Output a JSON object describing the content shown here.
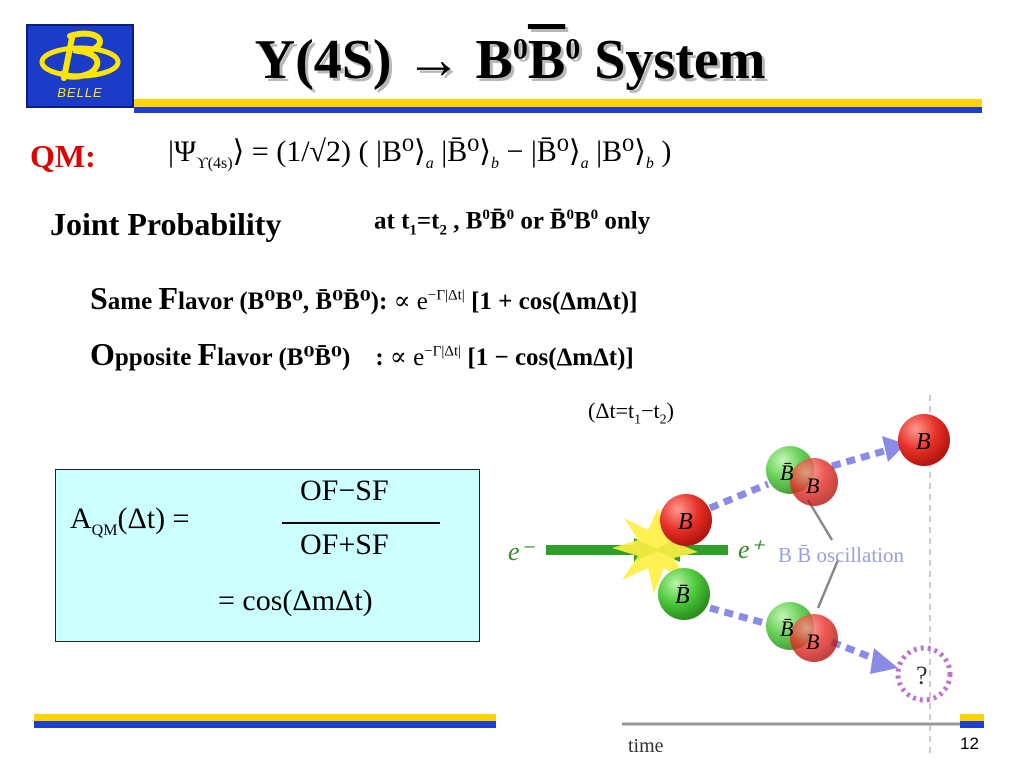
{
  "logo": {
    "text": "BELLE"
  },
  "title": {
    "main": "Y(4S) → B",
    "sup1": "0",
    "bbar": "B",
    "sup2": "0",
    "tail": " System"
  },
  "qm": {
    "label": "QM:",
    "equation_part1": "|Ψ",
    "equation_sub": "ϒ(4s)",
    "equation_part2": "⟩ = (1/√2) ( |B⁰⟩",
    "sub_a1": "a",
    "equation_part3": " |B̄⁰⟩",
    "sub_b1": "b",
    "equation_part4": " − |B̄⁰⟩",
    "sub_a2": "a",
    "equation_part5": " |B⁰⟩",
    "sub_b2": "b",
    "equation_part6": " )"
  },
  "joint": {
    "label": "Joint Probability",
    "at": "at t",
    "t1_sub": "1",
    "eq": "=t",
    "t2_sub": "2",
    "comma": " , B",
    "s0a": "0",
    "bbar1": "B̄",
    "s0b": "0",
    "or": " or ",
    "bbar2": "B̄",
    "s0c": "0",
    "b3": "B",
    "s0d": "0",
    "only": " only"
  },
  "same": {
    "S": "S",
    "ame": "ame ",
    "F": "F",
    "lavor": "lavor ",
    "pairs": "(B⁰B⁰, B̄⁰B̄⁰):",
    "prop": " ∝ e",
    "exp": "−Γ|Δt|",
    "bracket": " [1 + cos(ΔmΔt)]"
  },
  "opposite": {
    "O": "O",
    "pposite": "pposite ",
    "F": "F",
    "lavor": "lavor ",
    "pairs": "(B⁰B̄⁰)",
    "colon": "    : ",
    "prop": "∝ e",
    "exp": "−Γ|Δt|",
    "bracket": " [1 − cos(ΔmΔt)]"
  },
  "delta_t": {
    "a": "(Δt=t",
    "s1": "1",
    "b": "−t",
    "s2": "2",
    "c": ")"
  },
  "asym": {
    "A": "A",
    "sub": "QM",
    "lhs": "(Δt) =",
    "numerator": "OF−SF",
    "denominator": "OF+SF",
    "result": "=  cos(ΔmΔt)"
  },
  "diagram": {
    "e_minus": "e⁻",
    "e_plus": "e⁺",
    "oscillation": "B B̄ oscillation",
    "b_label": "B",
    "bbar_label": "B̄",
    "question": "?",
    "time": "time"
  },
  "page_number": "12",
  "colors": {
    "title_shadow": "#b8b8b8",
    "qm_red": "#e00000",
    "box_fill": "#ccffff",
    "rule_yellow": "#ffd400",
    "rule_blue": "#1f3fd0"
  }
}
